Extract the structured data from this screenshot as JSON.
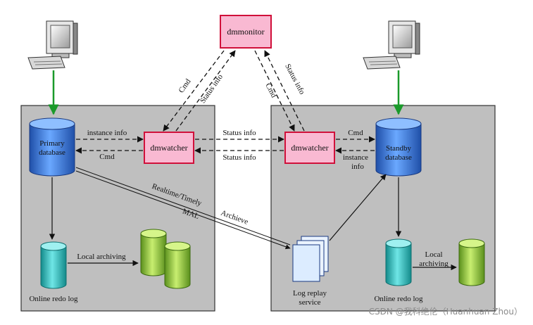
{
  "boxes": {
    "dmmonitor": "dmmonitor",
    "dmwatcher_left": "dmwatcher",
    "dmwatcher_right": "dmwatcher"
  },
  "databases": {
    "primary": [
      "Primary",
      "database"
    ],
    "standby": [
      "Standby",
      "database"
    ]
  },
  "labels": {
    "online_redo_left": "Online redo log",
    "online_redo_right": "Online redo log",
    "local_archiving_left": "Local archiving",
    "local_archiving_right_1": "Local",
    "local_archiving_right_2": "archiving",
    "log_replay_1": "Log replay",
    "log_replay_2": "service",
    "instance_info_left": "instance info",
    "cmd_left": "Cmd",
    "status_info_top": "Status info",
    "status_info_bottom": "Status info",
    "cmd_right": "Cmd",
    "instance_info_right_1": "instance",
    "instance_info_right_2": "info",
    "diag_cmd_left": "Cmd",
    "diag_status_left": "Status info",
    "diag_status_right": "Status info",
    "diag_cmd_right": "Cmd",
    "realtime_timely": "Realtime/Timely",
    "mal": "MAL",
    "archieve": "Archieve"
  },
  "watermark": "CSDN @我科绝伦（Huanhuan Zhou）",
  "colors": {
    "panel": "#bfbfbf",
    "box_fill": "#f9b9d2",
    "box_stroke": "#d0103a",
    "db_blue": "#2f6fd6",
    "db_cyan": "#2ec4c4",
    "db_green": "#8cc63f",
    "arrow_green": "#1a9a2a",
    "log_fill": "#dcecff"
  }
}
